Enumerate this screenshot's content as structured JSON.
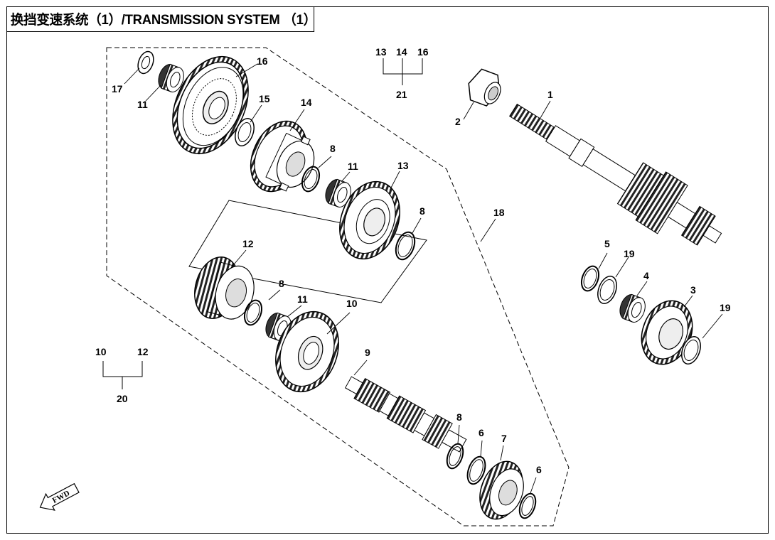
{
  "title": "换挡变速系统（1）/TRANSMISSION SYSTEM （1）",
  "fwd_label": "FWD",
  "callouts": {
    "c1": "1",
    "c2": "2",
    "c3": "3",
    "c4": "4",
    "c5": "5",
    "c6a": "6",
    "c6b": "6",
    "c7": "7",
    "c8a": "8",
    "c8b": "8",
    "c8c": "8",
    "c8d": "8",
    "c9": "9",
    "c10": "10",
    "c11a": "11",
    "c11b": "11",
    "c11c": "11",
    "c12": "12",
    "c13": "13",
    "c14": "14",
    "c15": "15",
    "c16": "16",
    "c17": "17",
    "c18": "18",
    "c19a": "19",
    "c19b": "19",
    "g21_13": "13",
    "g21_14": "14",
    "g21_16": "16",
    "g21_21": "21",
    "g20_10": "10",
    "g20_12": "12",
    "g20_20": "20"
  }
}
